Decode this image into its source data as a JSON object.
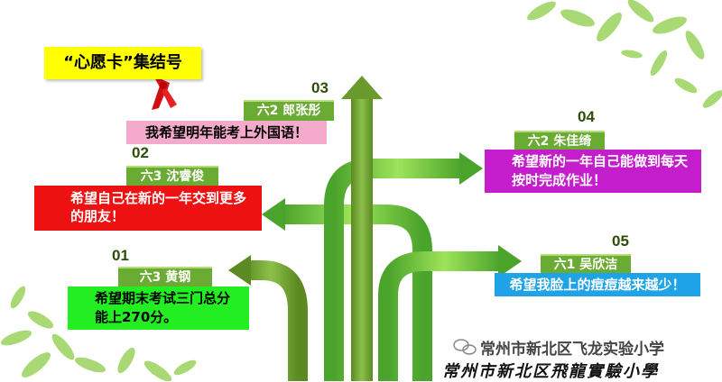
{
  "title": "“心愿卡”集结号",
  "wishes": [
    {
      "number": "01",
      "name": "六3 黄钢",
      "text": "希望期末考试三门总分能上270分。",
      "color": "#22ee22"
    },
    {
      "number": "02",
      "name": "六3 沈睿俊",
      "text": "希望自己在新的一年交到更多的朋友！",
      "color": "#ee1111"
    },
    {
      "number": "03",
      "name": "六2 郎张彤",
      "text": "我希望明年能考上外国语！",
      "color": "#f4aacb"
    },
    {
      "number": "04",
      "name": "六2 朱佳绮",
      "text": "希望新的一年自己能做到每天按时完成作业！",
      "color": "#c41ecc"
    },
    {
      "number": "05",
      "name": "六1 吴欣洁",
      "text": "希望我脸上的痘痘越来越少！",
      "color": "#1ea3e8"
    }
  ],
  "watermark": {
    "school_name": "常州市新北区飞龙实验小学",
    "calligraphy": "常州市新北区飛龍實驗小學"
  },
  "colors": {
    "arrow_dark": "#6b9a2c",
    "arrow_light": "#8fd34a",
    "tag": "#6aab33",
    "title_bg": "#ffff00"
  },
  "icons": [
    "red-scarf-icon",
    "leaf-decoration-icon",
    "wechat-icon"
  ]
}
